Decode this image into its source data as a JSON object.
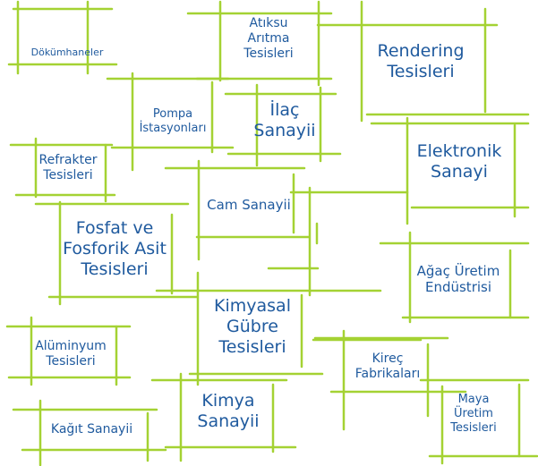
{
  "accent_color": "#a4d233",
  "text_color": "#1f5a9e",
  "labels": {
    "dokumhaneler": [
      "Dökümhaneler"
    ],
    "atiksu": [
      "Atıksu",
      "Arıtma",
      "Tesisleri"
    ],
    "rendering": [
      "Rendering",
      "Tesisleri"
    ],
    "pompa": [
      "Pompa",
      "İstasyonları"
    ],
    "ilac": [
      "İlaç",
      "Sanayii"
    ],
    "refrakter": [
      "Refrakter",
      "Tesisleri"
    ],
    "elektronik": [
      "Elektronik",
      "Sanayi"
    ],
    "cam": [
      "Cam Sanayii"
    ],
    "fosfat": [
      "Fosfat ve",
      "Fosforik Asit",
      "Tesisleri"
    ],
    "agac": [
      "Ağaç Üretim",
      "Endüstrisi"
    ],
    "kimyasal": [
      "Kimyasal",
      "Gübre",
      "Tesisleri"
    ],
    "aluminyum": [
      "Alüminyum",
      "Tesisleri"
    ],
    "kirec": [
      "Kireç",
      "Fabrikaları"
    ],
    "kimya": [
      "Kimya",
      "Sanayii"
    ],
    "maya": [
      "Maya",
      "Üretim",
      "Tesisleri"
    ],
    "kagit": [
      "Kağıt Sanayii"
    ]
  }
}
